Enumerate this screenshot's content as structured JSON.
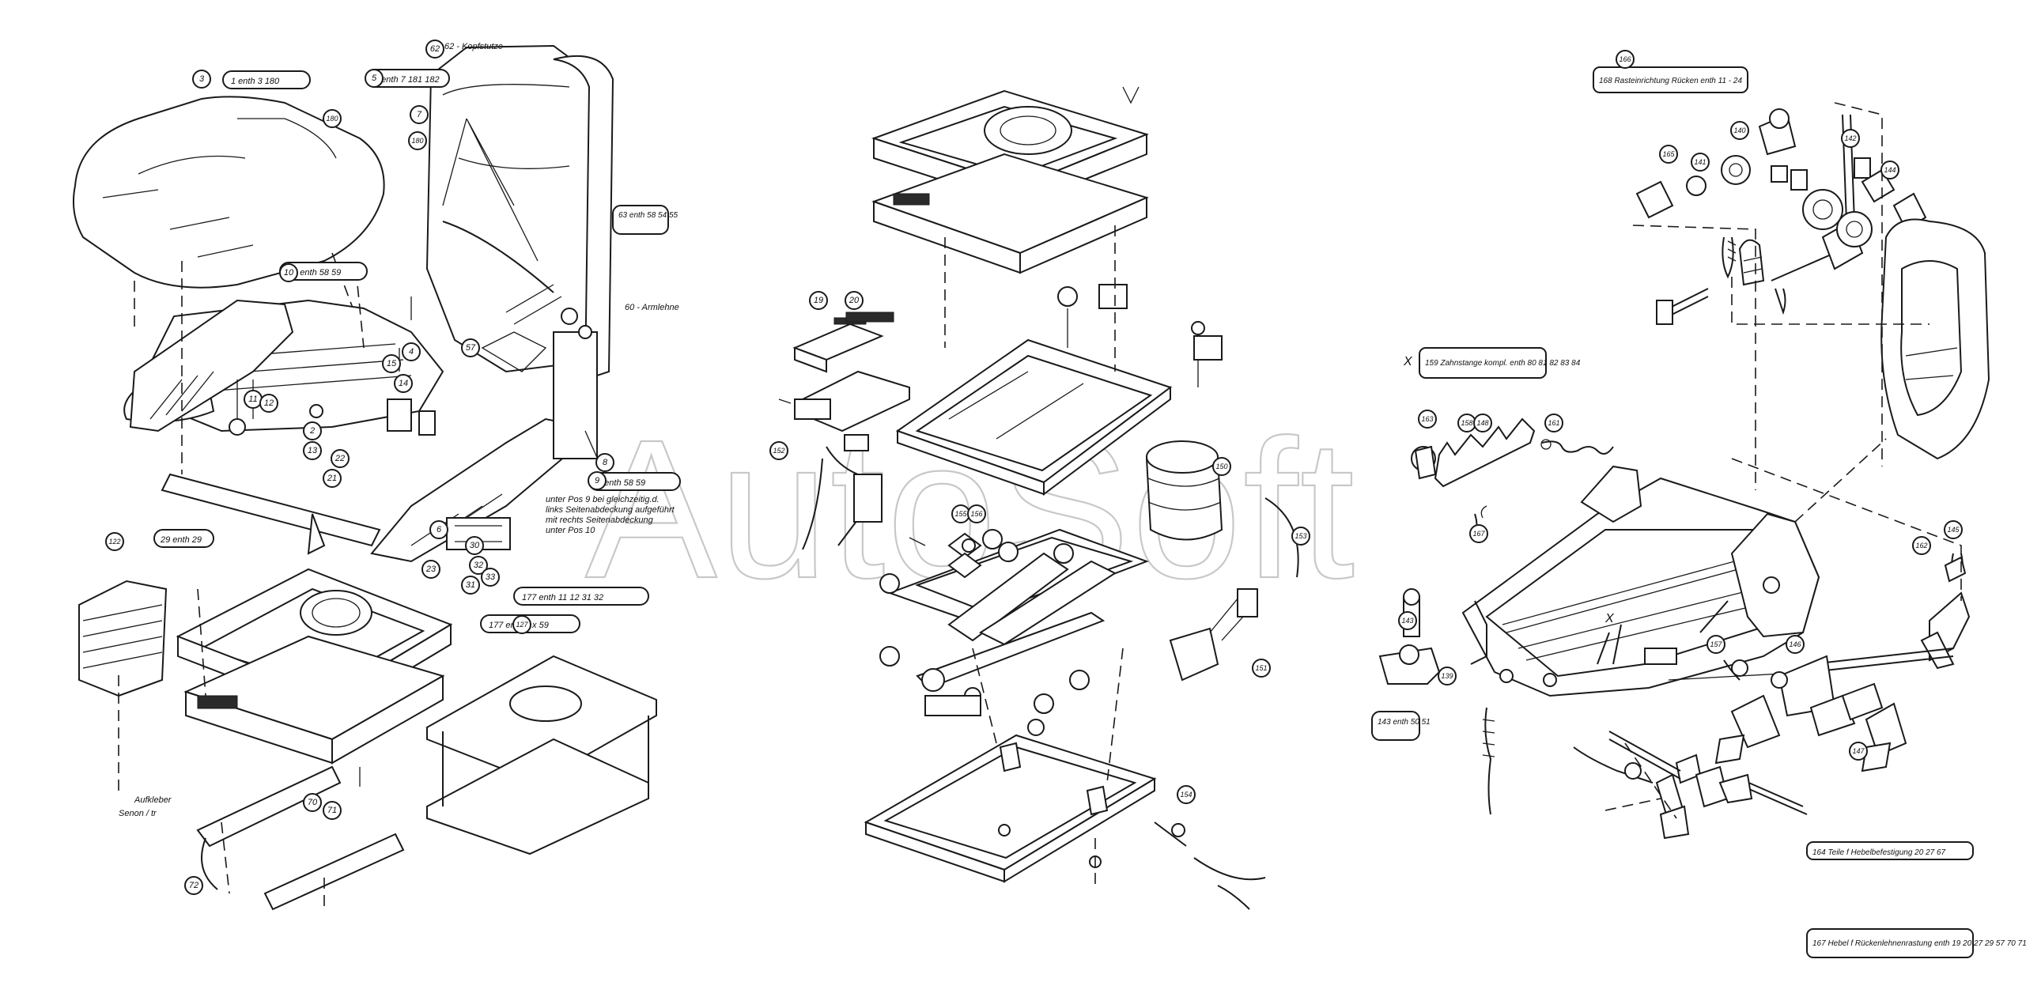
{
  "watermark": "AutoSoft",
  "callouts": [
    {
      "id": "c3",
      "text": "3"
    },
    {
      "id": "c180a",
      "text": "180"
    },
    {
      "id": "c122",
      "text": "122"
    },
    {
      "id": "c10",
      "text": "10"
    },
    {
      "id": "c2",
      "text": "2"
    },
    {
      "id": "c15",
      "text": "15"
    },
    {
      "id": "c14",
      "text": "14"
    },
    {
      "id": "c22",
      "text": "22"
    },
    {
      "id": "c21",
      "text": "21"
    },
    {
      "id": "c13",
      "text": "13"
    },
    {
      "id": "c11",
      "text": "11"
    },
    {
      "id": "c12",
      "text": "12"
    },
    {
      "id": "c4",
      "text": "4"
    },
    {
      "id": "c57",
      "text": "57"
    },
    {
      "id": "c23",
      "text": "23"
    },
    {
      "id": "c6",
      "text": "6"
    },
    {
      "id": "c30",
      "text": "30"
    },
    {
      "id": "c32",
      "text": "32"
    },
    {
      "id": "c33",
      "text": "33"
    },
    {
      "id": "c31",
      "text": "31"
    },
    {
      "id": "c127",
      "text": "127"
    },
    {
      "id": "c70",
      "text": "70"
    },
    {
      "id": "c71",
      "text": "71"
    },
    {
      "id": "c72",
      "text": "72"
    },
    {
      "id": "c8",
      "text": "8"
    },
    {
      "id": "c9",
      "text": "9"
    },
    {
      "id": "c7",
      "text": "7"
    },
    {
      "id": "c180b",
      "text": "180"
    },
    {
      "id": "c62",
      "text": "62"
    },
    {
      "id": "c5",
      "text": "5"
    },
    {
      "id": "c19",
      "text": "19"
    },
    {
      "id": "c20",
      "text": "20"
    },
    {
      "id": "c152",
      "text": "152"
    },
    {
      "id": "c155",
      "text": "155"
    },
    {
      "id": "c156",
      "text": "156"
    },
    {
      "id": "c150",
      "text": "150"
    },
    {
      "id": "c153",
      "text": "153"
    },
    {
      "id": "c151",
      "text": "151"
    },
    {
      "id": "c154",
      "text": "154"
    },
    {
      "id": "c163",
      "text": "163"
    },
    {
      "id": "c143",
      "text": "143"
    },
    {
      "id": "c158",
      "text": "158"
    },
    {
      "id": "c148",
      "text": "148"
    },
    {
      "id": "c161",
      "text": "161"
    },
    {
      "id": "c167",
      "text": "167"
    },
    {
      "id": "c139",
      "text": "139"
    },
    {
      "id": "c166",
      "text": "166"
    },
    {
      "id": "c165",
      "text": "165"
    },
    {
      "id": "c140",
      "text": "140"
    },
    {
      "id": "c141",
      "text": "141"
    },
    {
      "id": "c142",
      "text": "142"
    },
    {
      "id": "c144",
      "text": "144"
    },
    {
      "id": "c147",
      "text": "147"
    },
    {
      "id": "c162",
      "text": "162"
    },
    {
      "id": "c145",
      "text": "145"
    },
    {
      "id": "c146",
      "text": "146"
    },
    {
      "id": "c157",
      "text": "157"
    }
  ],
  "labels": {
    "kopfstutze": "62 - Kopfstutze",
    "armlehne": "60 - Armlehne",
    "note_l1": "unter Pos 9 bei gleichzeitig.d.",
    "note_l2": "links Seitenabdeckung aufgeführt",
    "note_l3": "mit rechts Seitenabdeckung",
    "note_l4": "unter Pos 10",
    "aufkleber": "Aufkleber",
    "aufkleber2": "Senon / tr",
    "x1": "X",
    "x2": "X"
  },
  "boxes": {
    "b1": "1 enth 3 180",
    "b5": "5 enth 7 181 182",
    "b63": "63 enth 58 54 55",
    "b10": "10 enth 58 59",
    "b9": "9 enth 58 59",
    "b29": "29 enth 29",
    "b177": "177 enth 11 12 31 32",
    "b177b": "177 enth 2 x 59",
    "b143": "143 enth 50 51",
    "b168": "168 Rasteinrichtung Rücken enth 11 - 24",
    "b159": "159 Zahnstange kompl. enth 80 81 82 83 84",
    "b164": "164 Teile f Hebelbefestigung 20 27 67",
    "b147": "167 Hebel f Rückenlehnenrastung enth 19 20 27 29 57 70 71"
  }
}
